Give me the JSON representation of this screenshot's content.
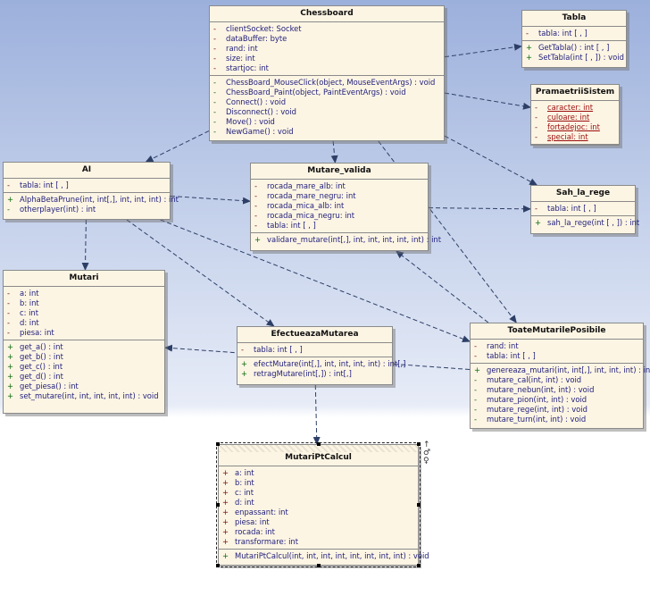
{
  "diagram": {
    "classes": [
      {
        "id": "chessboard",
        "name": "Chessboard",
        "attributes": [
          {
            "vis": "-",
            "text": "clientSocket: Socket"
          },
          {
            "vis": "-",
            "text": "dataBuffer: byte"
          },
          {
            "vis": "-",
            "text": "rand: int"
          },
          {
            "vis": "-",
            "text": "size: int"
          },
          {
            "vis": "-",
            "text": "startjoc: int"
          }
        ],
        "operations": [
          {
            "vis": "-",
            "text": "ChessBoard_MouseClick(object, MouseEventArgs) : void"
          },
          {
            "vis": "-",
            "text": "ChessBoard_Paint(object, PaintEventArgs) : void"
          },
          {
            "vis": "-",
            "text": "Connect() : void"
          },
          {
            "vis": "-",
            "text": "Disconnect() : void"
          },
          {
            "vis": "-",
            "text": "Move() : void"
          },
          {
            "vis": "-",
            "text": "NewGame() : void"
          }
        ]
      },
      {
        "id": "tabla",
        "name": "Tabla",
        "attributes": [
          {
            "vis": "-",
            "text": "tabla: int [ , ]"
          }
        ],
        "operations": [
          {
            "vis": "+",
            "text": "GetTabla() : int [ , ]"
          },
          {
            "vis": "+",
            "text": "SetTabla(int [ , ]) : void"
          }
        ]
      },
      {
        "id": "pramaetrii",
        "name": "PramaetriiSistem",
        "static": true,
        "attributes": [
          {
            "vis": "-",
            "text": "caracter: int"
          },
          {
            "vis": "-",
            "text": "culoare: int"
          },
          {
            "vis": "-",
            "text": "fortadejoc: int"
          },
          {
            "vis": "-",
            "text": "special: int"
          }
        ],
        "operations": []
      },
      {
        "id": "ai",
        "name": "AI",
        "attributes": [
          {
            "vis": "-",
            "text": "tabla: int [ , ]"
          }
        ],
        "operations": [
          {
            "vis": "+",
            "text": "AlphaBetaPrune(int, int[,], int, int, int) : int"
          },
          {
            "vis": "-",
            "text": "otherplayer(int) : int"
          }
        ]
      },
      {
        "id": "mutare_valida",
        "name": "Mutare_valida",
        "attributes": [
          {
            "vis": "-",
            "text": "rocada_mare_alb: int"
          },
          {
            "vis": "-",
            "text": "rocada_mare_negru: int"
          },
          {
            "vis": "-",
            "text": "rocada_mica_alb: int"
          },
          {
            "vis": "-",
            "text": "rocada_mica_negru: int"
          },
          {
            "vis": "-",
            "text": "tabla: int [ , ]"
          }
        ],
        "operations": [
          {
            "vis": "+",
            "text": "validare_mutare(int[,], int, int, int, int, int) : int"
          }
        ]
      },
      {
        "id": "sah_la_rege",
        "name": "Sah_la_rege",
        "attributes": [
          {
            "vis": "-",
            "text": "tabla: int [ , ]"
          }
        ],
        "operations": [
          {
            "vis": "+",
            "text": "sah_la_rege(int [ , ]) : int"
          }
        ]
      },
      {
        "id": "mutari",
        "name": "Mutari",
        "attributes": [
          {
            "vis": "-",
            "text": "a: int"
          },
          {
            "vis": "-",
            "text": "b: int"
          },
          {
            "vis": "-",
            "text": "c: int"
          },
          {
            "vis": "-",
            "text": "d: int"
          },
          {
            "vis": "-",
            "text": "piesa: int"
          }
        ],
        "operations": [
          {
            "vis": "+",
            "text": "get_a() : int"
          },
          {
            "vis": "+",
            "text": "get_b() : int"
          },
          {
            "vis": "+",
            "text": "get_c() : int"
          },
          {
            "vis": "+",
            "text": "get_d() : int"
          },
          {
            "vis": "+",
            "text": "get_piesa() : int"
          },
          {
            "vis": "+",
            "text": "set_mutare(int, int, int, int, int) : void"
          }
        ]
      },
      {
        "id": "efectueaza",
        "name": "EfectueazaMutarea",
        "attributes": [
          {
            "vis": "-",
            "text": "tabla: int [ , ]"
          }
        ],
        "operations": [
          {
            "vis": "+",
            "text": "efectMutare(int[,], int, int, int, int) : int[,]"
          },
          {
            "vis": "+",
            "text": "retragMutare(int[,]) : int[,]"
          }
        ]
      },
      {
        "id": "toate",
        "name": "ToateMutarilePosibile",
        "attributes": [
          {
            "vis": "-",
            "text": "rand: int"
          },
          {
            "vis": "-",
            "text": "tabla: int [ , ]"
          }
        ],
        "operations": [
          {
            "vis": "+",
            "text": "genereaza_mutari(int, int[,], int, int, int) : int"
          },
          {
            "vis": "-",
            "text": "mutare_cal(int, int) : void"
          },
          {
            "vis": "-",
            "text": "mutare_nebun(int, int) : void"
          },
          {
            "vis": "-",
            "text": "mutare_pion(int, int) : void"
          },
          {
            "vis": "-",
            "text": "mutare_rege(int, int) : void"
          },
          {
            "vis": "-",
            "text": "mutare_turn(int, int) : void"
          }
        ]
      },
      {
        "id": "mutaripc",
        "name": "MutariPtCalcul",
        "selected": true,
        "attributes": [
          {
            "vis": "+",
            "text": "a: int"
          },
          {
            "vis": "+",
            "text": "b: int"
          },
          {
            "vis": "+",
            "text": "c: int"
          },
          {
            "vis": "+",
            "text": "d: int"
          },
          {
            "vis": "+",
            "text": "enpassant: int"
          },
          {
            "vis": "+",
            "text": "piesa: int"
          },
          {
            "vis": "+",
            "text": "rocada: int"
          },
          {
            "vis": "+",
            "text": "transformare: int"
          }
        ],
        "operations": [
          {
            "vis": "+",
            "text": "MutariPtCalcul(int, int, int, int, int, int, int, int) : void"
          }
        ]
      }
    ],
    "dependencies": [
      {
        "from": "chessboard",
        "to": "tabla"
      },
      {
        "from": "chessboard",
        "to": "pramaetrii"
      },
      {
        "from": "chessboard",
        "to": "sah_la_rege"
      },
      {
        "from": "chessboard",
        "to": "ai"
      },
      {
        "from": "chessboard",
        "to": "mutare_valida"
      },
      {
        "from": "chessboard",
        "to": "toate"
      },
      {
        "from": "ai",
        "to": "mutare_valida"
      },
      {
        "from": "ai",
        "to": "mutari"
      },
      {
        "from": "ai",
        "to": "efectueaza"
      },
      {
        "from": "ai",
        "to": "toate"
      },
      {
        "from": "mutare_valida",
        "to": "sah_la_rege"
      },
      {
        "from": "toate",
        "to": "mutare_valida"
      },
      {
        "from": "toate",
        "to": "mutari"
      },
      {
        "from": "efectueaza",
        "to": "mutaripc"
      }
    ],
    "selection_icons": [
      "↑",
      "♂",
      "♀"
    ]
  }
}
